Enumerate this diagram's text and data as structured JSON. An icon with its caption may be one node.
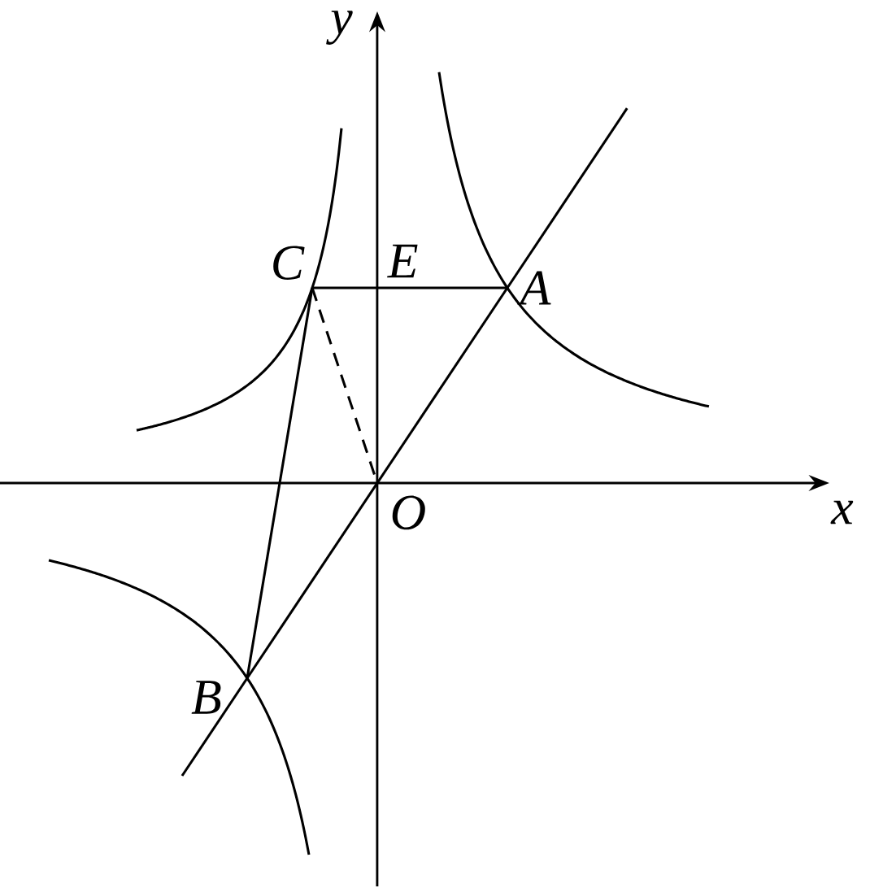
{
  "diagram": {
    "nodes": [
      {
        "text": [
          "A"
        ]
      },
      {
        "text": [
          "B"
        ]
      },
      {
        "text": [
          "C"
        ]
      },
      {
        "text": [
          "E"
        ]
      },
      {
        "text": [
          "O"
        ]
      }
    ],
    "edges": [
      {
        "from": 2,
        "to": 0,
        "arrow": "none"
      },
      {
        "from": 1,
        "to": 0,
        "arrow": "none"
      },
      {
        "from": 2,
        "to": 1,
        "arrow": "none"
      },
      {
        "from": 2,
        "to": 4,
        "arrow": "none",
        "style": "dashed"
      }
    ],
    "labels": [
      "x",
      "y"
    ]
  }
}
